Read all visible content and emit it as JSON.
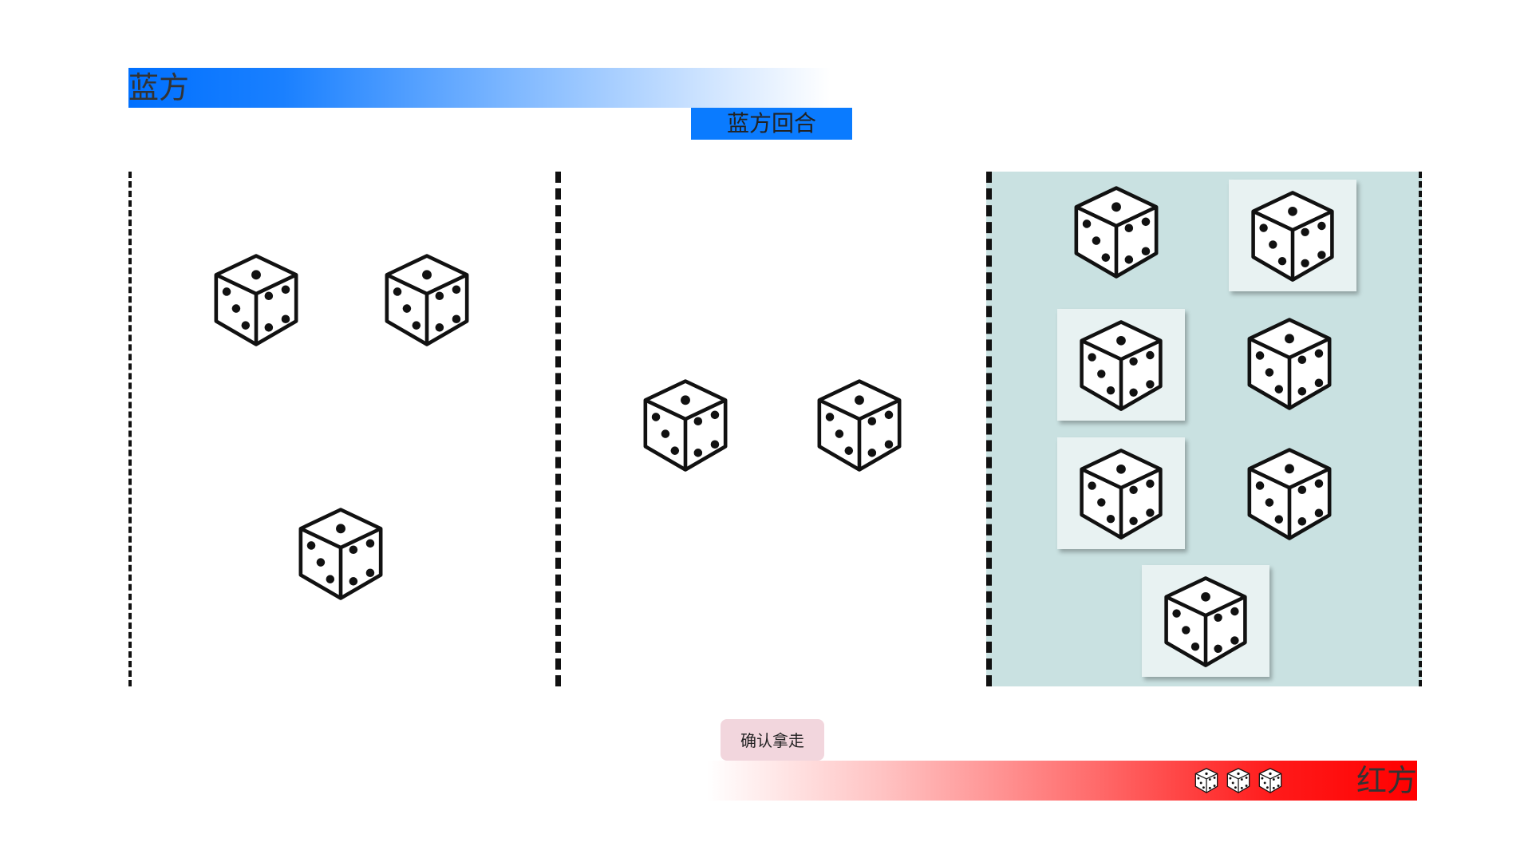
{
  "header": {
    "blue_team": "蓝方",
    "turn_label": "蓝方回合"
  },
  "footer": {
    "red_team": "红方",
    "confirm_label": "确认拿走",
    "captured_dice_icons": [
      "dice-icon",
      "dice-icon",
      "dice-icon"
    ]
  },
  "board": {
    "left_pool": {
      "dice_icons": [
        "dice-icon",
        "dice-icon",
        "dice-icon"
      ]
    },
    "middle_pool": {
      "dice_icons": [
        "dice-icon",
        "dice-icon"
      ]
    },
    "right_pool": {
      "dice_icons": [
        "dice-icon",
        "dice-icon",
        "dice-icon",
        "dice-icon",
        "dice-icon",
        "dice-icon",
        "dice-icon"
      ],
      "selected_count": 4
    }
  },
  "colors": {
    "blue": "#0070ff",
    "red": "#ff0000",
    "panel_selected_bg": "#c9e1e1",
    "button_bg": "#f2d6dd"
  }
}
